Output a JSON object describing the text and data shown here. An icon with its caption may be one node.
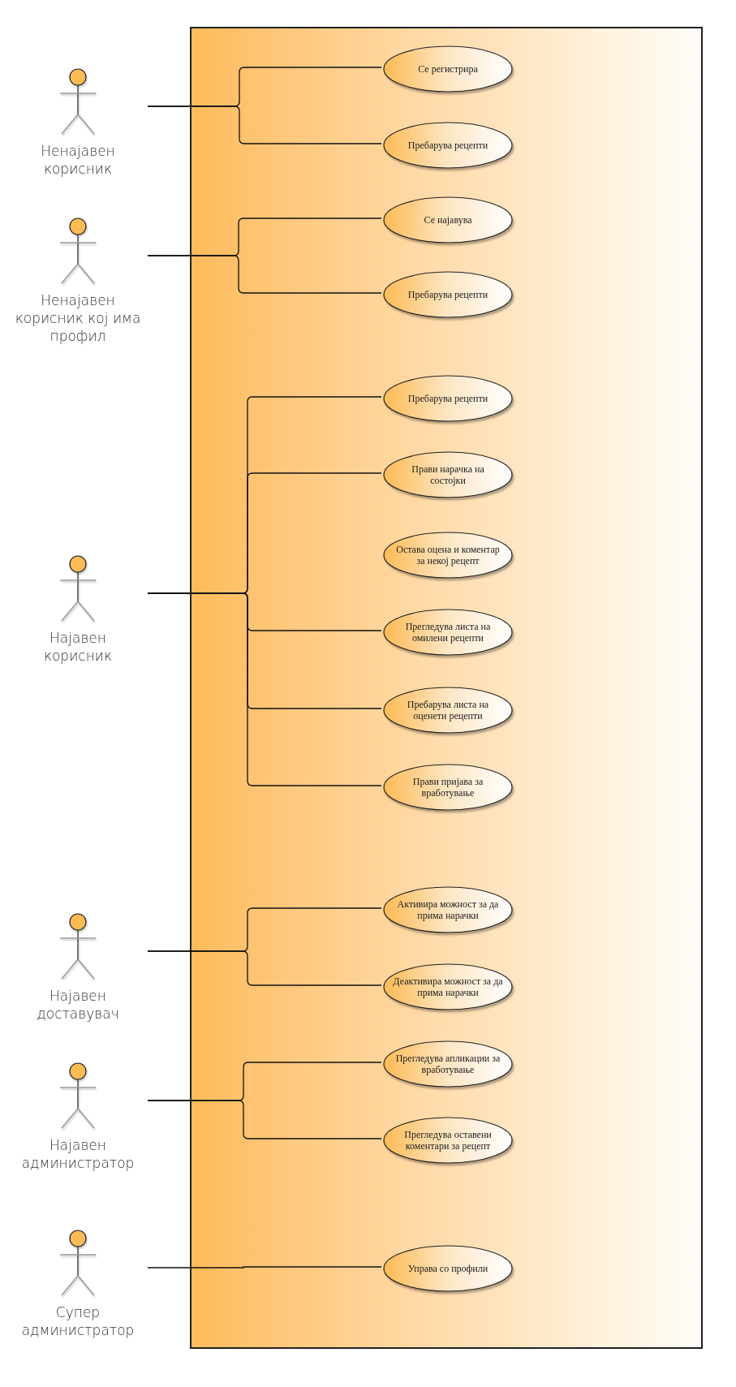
{
  "diagram": {
    "nodes": [
      {
        "text": [],
        "shape": "box"
      },
      {
        "text": [
          "Ненајавен корисник"
        ]
      },
      {
        "text": [
          "Се регистрира"
        ],
        "in": 0
      },
      {
        "text": [
          "Пребарува рецепти"
        ],
        "in": 0
      },
      {
        "text": [
          "Ненајавен корисник кој има профил"
        ]
      },
      {
        "text": [
          "Се најавува"
        ],
        "in": 0
      },
      {
        "text": [
          "Пребарува рецепти"
        ],
        "in": 0
      },
      {
        "text": [
          "Најавен корисник"
        ]
      },
      {
        "text": [
          "Пребарува рецепти"
        ],
        "in": 0
      },
      {
        "text": [
          "Прави нарачка на состојки"
        ],
        "in": 0
      },
      {
        "text": [
          "Остава оцена и коментар за некој рецепт"
        ],
        "in": 0
      },
      {
        "text": [
          "Прегледува листа на омилени рецепти"
        ],
        "in": 0
      },
      {
        "text": [
          "Пребарува листа на оценети рецепти"
        ],
        "in": 0
      },
      {
        "text": [
          "Прави пријава за вработување"
        ],
        "in": 0
      },
      {
        "text": [
          "Најавен доставувач"
        ]
      },
      {
        "text": [
          "Активира можност за да прима нарачки"
        ],
        "in": 0
      },
      {
        "text": [
          "Деактивира можност за да прима нарачки"
        ],
        "in": 0
      },
      {
        "text": [
          "Најавен администратор"
        ]
      },
      {
        "text": [
          "Прегледува апликации за вработување"
        ],
        "in": 0
      },
      {
        "text": [
          "Прегледува оставени коментари за рецепт"
        ],
        "in": 0
      },
      {
        "text": [
          "Супер администратор"
        ]
      },
      {
        "text": [
          "Управа со профили"
        ],
        "in": 0
      }
    ],
    "edges": [
      {
        "from": 1,
        "to": 2,
        "arrow": "none"
      },
      {
        "from": 1,
        "to": 3,
        "arrow": "none"
      },
      {
        "from": 4,
        "to": 5,
        "arrow": "none"
      },
      {
        "from": 4,
        "to": 6,
        "arrow": "none"
      },
      {
        "from": 7,
        "to": 8,
        "arrow": "none"
      },
      {
        "from": 7,
        "to": 9,
        "arrow": "none"
      },
      {
        "from": 7,
        "to": 11,
        "arrow": "none"
      },
      {
        "from": 7,
        "to": 12,
        "arrow": "none"
      },
      {
        "from": 7,
        "to": 13,
        "arrow": "none"
      },
      {
        "from": 14,
        "to": 15,
        "arrow": "none"
      },
      {
        "from": 14,
        "to": 16,
        "arrow": "none"
      },
      {
        "from": 17,
        "to": 18,
        "arrow": "none"
      },
      {
        "from": 17,
        "to": 19,
        "arrow": "none"
      },
      {
        "from": 20,
        "to": 21,
        "arrow": "none"
      }
    ]
  }
}
